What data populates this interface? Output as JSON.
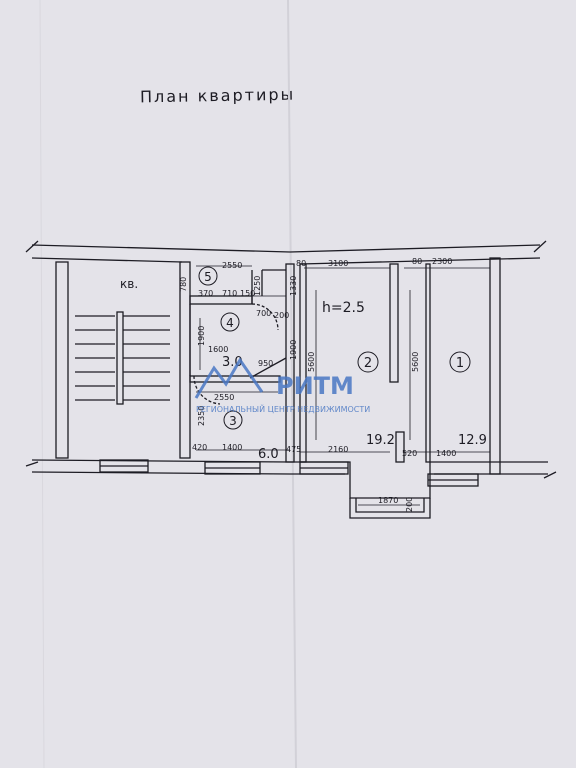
{
  "title": "План квартиры",
  "height_label": "h=2.5",
  "landing_label": "кв.",
  "rooms": [
    {
      "number": "1",
      "area": "12.9"
    },
    {
      "number": "2",
      "area": "19.2"
    },
    {
      "number": "3",
      "area": "6.0"
    },
    {
      "number": "4",
      "area": "3.0"
    },
    {
      "number": "5",
      "area": ""
    }
  ],
  "dimensions": {
    "d2550_top": "2550",
    "d3100": "3100",
    "d2300": "2300",
    "d80_a": "80",
    "d80_b": "80",
    "d780": "780",
    "d1250": "1250",
    "d1330": "1330",
    "d370": "370",
    "d710": "710",
    "d150": "150",
    "d700": "700",
    "d200": "200",
    "d1900_a": "1900",
    "d1900_b": "1900",
    "d1600": "1600",
    "d950": "950",
    "d5600_a": "5600",
    "d5600_b": "5600",
    "d2550_mid": "2550",
    "d2350": "2350",
    "d420": "420",
    "d1400_a": "1400",
    "d475": "475",
    "d2160": "2160",
    "d520": "520",
    "d1400_b": "1400",
    "d1870": "1870",
    "d200_b": "200"
  },
  "watermark": {
    "brand": "РИТМ",
    "tagline": "РЕГИОНАЛЬНЫЙ ЦЕНТР НЕДВИЖИМОСТИ"
  },
  "colors": {
    "paper": "#e4e3e9",
    "ink": "#1d1c24",
    "watermark": "#4a78c4"
  }
}
